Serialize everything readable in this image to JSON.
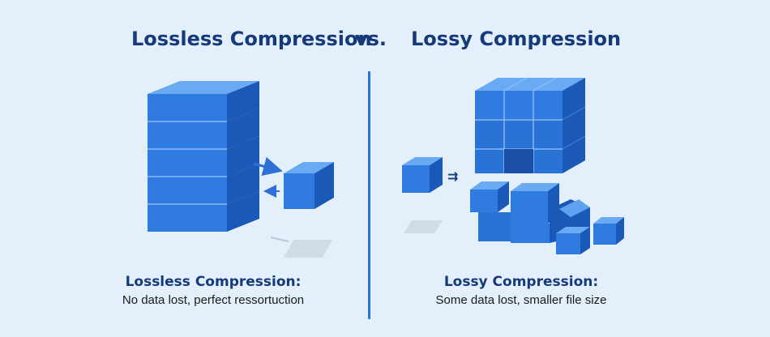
{
  "header": {
    "left_title": "Lossless Compression",
    "vs_label": "vs.",
    "right_title": "Lossy Compression"
  },
  "left_panel": {
    "heading": "Lossless Compression:",
    "caption": "No data lost, perfect ressortuction"
  },
  "right_panel": {
    "heading": "Lossy Compression:",
    "caption": "Some data lost, smaller file size",
    "arrow_glyph": "⇉"
  },
  "colors": {
    "background": "#e3f0fb",
    "title": "#15397a",
    "cube_front": "#2f7be0",
    "cube_top": "#5fa2f0",
    "cube_side": "#1b59b8",
    "divider": "#2a72d9"
  }
}
